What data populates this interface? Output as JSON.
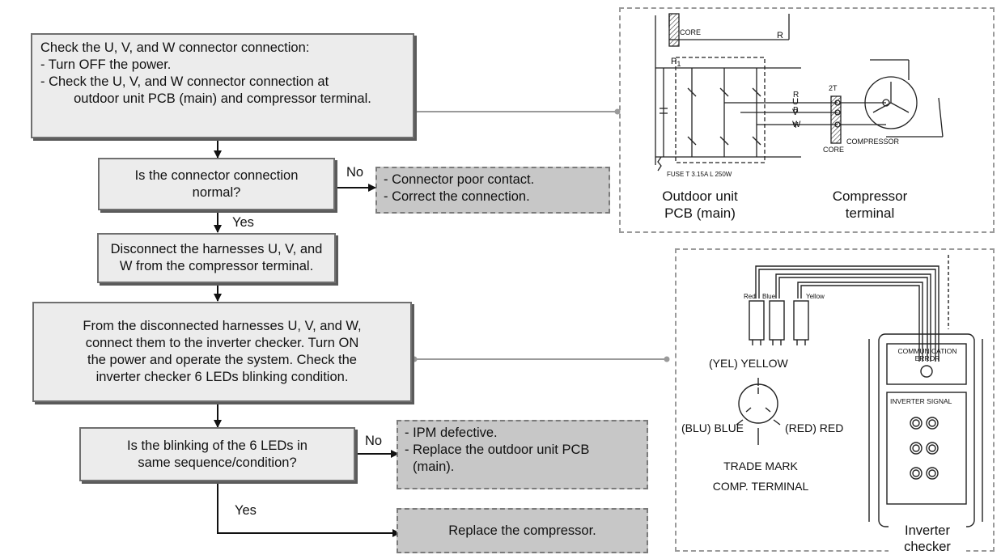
{
  "flow": {
    "step1": [
      "Check the U, V, and W connector connection:",
      "- Turn OFF the power.",
      "- Check the U, V, and W connector connection at",
      "outdoor unit PCB (main) and compressor terminal."
    ],
    "decision1": [
      "Is the connector connection",
      "normal?"
    ],
    "outcome1": [
      "- Connector poor contact.",
      "- Correct the connection."
    ],
    "step2": [
      "Disconnect the harnesses U, V, and",
      "W from the compressor terminal."
    ],
    "step3": [
      "From the disconnected harnesses U, V, and W,",
      "connect them to the inverter checker. Turn ON",
      "the power and operate the system. Check the",
      "inverter checker 6 LEDs blinking condition."
    ],
    "decision2": [
      "Is the blinking of the 6 LEDs in",
      "same sequence/condition?"
    ],
    "outcome2": [
      "- IPM defective.",
      "- Replace the outdoor unit PCB",
      "(main)."
    ],
    "outcome3": "Replace the compressor.",
    "no_label": "No",
    "yes_label": "Yes"
  },
  "circuit": {
    "core": "CORE",
    "r": "R",
    "p": "P",
    "p_sub": "1",
    "u": "U",
    "v": "V",
    "w": "W",
    "wire_r": "R",
    "wire_b": "B",
    "wire_y": "Y",
    "two_t": "2T",
    "core2": "CORE",
    "compressor": "COMPRESSOR",
    "fuse": "FUSE    T  3.15A    L   250W",
    "caption_pcb": [
      "Outdoor unit",
      "PCB (main)"
    ],
    "caption_comp": [
      "Compressor",
      "terminal"
    ]
  },
  "checker": {
    "red": "Red",
    "blue": "Blue",
    "yellow": "Yellow",
    "yel_label": "(YEL) YELLOW",
    "blu_label": "(BLU) BLUE",
    "red_label": "(RED) RED",
    "trade_mark": [
      "TRADE MARK",
      "COMP. TERMINAL"
    ],
    "comm_error": [
      "COMMUNICATION",
      "ERROR"
    ],
    "inverter_signal": "INVERTER SIGNAL",
    "caption": [
      "Inverter",
      "checker"
    ]
  }
}
